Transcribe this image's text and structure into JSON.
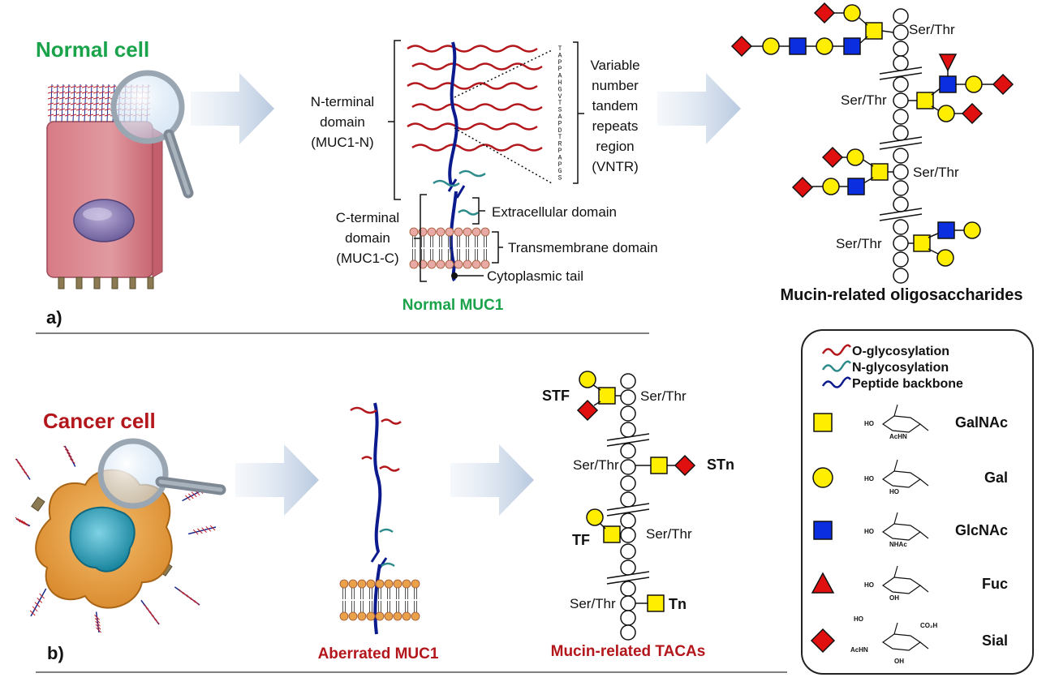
{
  "panel_a": {
    "title": "Normal cell",
    "label": "a)",
    "muc1": {
      "n_terminal": [
        "N-terminal",
        "domain",
        "(MUC1-N)"
      ],
      "c_terminal": [
        "C-terminal",
        "domain",
        "(MUC1-C)"
      ],
      "vntr": [
        "Variable",
        "number",
        "tandem",
        "repeats",
        "region",
        "(VNTR)"
      ],
      "vntr_sequence": "TAPPAHGVTSAPDTRPAPGS",
      "extracellular": "Extracellular domain",
      "transmembrane": "Transmembrane domain",
      "cytoplasmic": "Cytoplasmic tail",
      "caption": "Normal MUC1"
    },
    "oligo_labels": [
      "Ser/Thr",
      "Ser/Thr",
      "Ser/Thr",
      "Ser/Thr"
    ],
    "oligo_caption": "Mucin-related oligosaccharides"
  },
  "panel_b": {
    "title": "Cancer cell",
    "label": "b)",
    "muc1_caption": "Aberrated MUC1",
    "tacas": [
      {
        "name": "STF",
        "site": "Ser/Thr"
      },
      {
        "name": "STn",
        "site": "Ser/Thr"
      },
      {
        "name": "TF",
        "site": "Ser/Thr"
      },
      {
        "name": "Tn",
        "site": "Ser/Thr"
      }
    ],
    "tacas_caption": "Mucin-related TACAs"
  },
  "legend": {
    "lines": [
      {
        "label": "O-glycosylation",
        "color": "#b3161b"
      },
      {
        "label": "N-glycosylation",
        "color": "#2e8b8b"
      },
      {
        "label": "Peptide backbone",
        "color": "#0b1a8c"
      }
    ],
    "symbols": [
      {
        "name": "GalNAc",
        "shape": "square",
        "color": "#ffee00",
        "chem": [
          "HO",
          "AcHN"
        ]
      },
      {
        "name": "Gal",
        "shape": "circle",
        "color": "#ffee00",
        "chem": [
          "HO",
          "HO"
        ]
      },
      {
        "name": "GlcNAc",
        "shape": "square",
        "color": "#0a2ee0",
        "chem": [
          "HO",
          "NHAc"
        ]
      },
      {
        "name": "Fuc",
        "shape": "triangle",
        "color": "#e01010",
        "chem": [
          "HO",
          "OH"
        ]
      },
      {
        "name": "Sial",
        "shape": "diamond",
        "color": "#e01010",
        "chem": [
          "HO",
          "CO₂H",
          "AcHN",
          "OH"
        ]
      }
    ]
  }
}
